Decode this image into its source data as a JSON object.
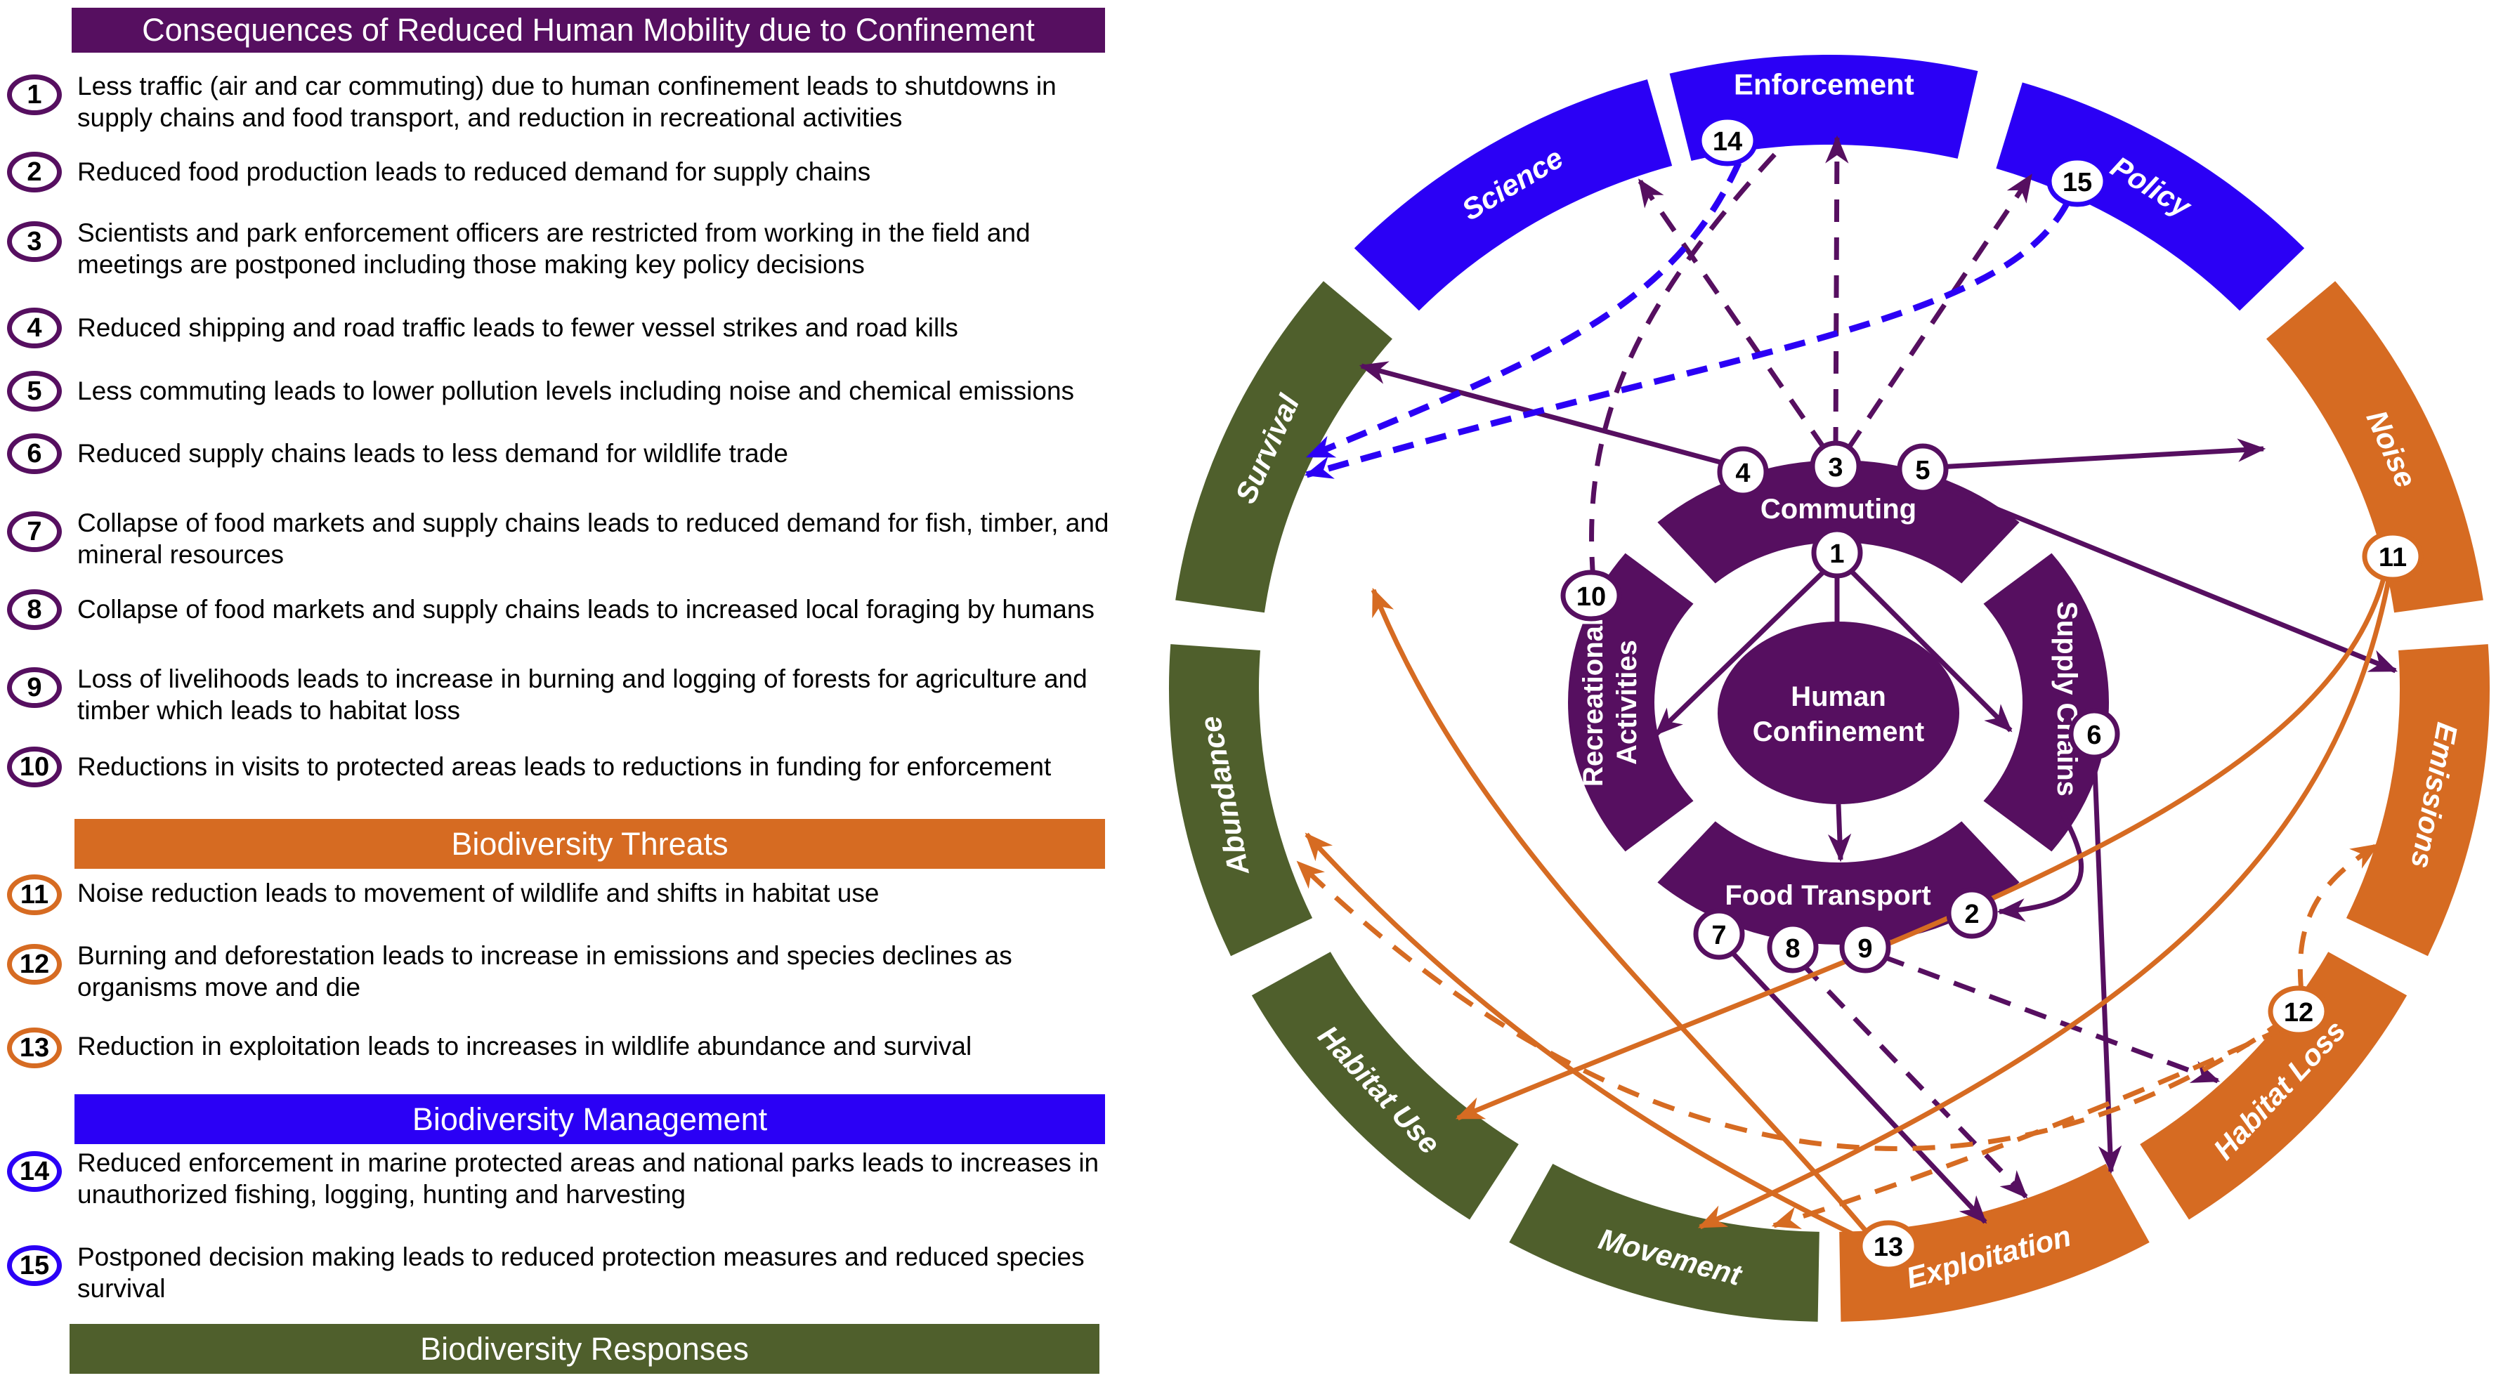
{
  "colors": {
    "purple": "#560f60",
    "orange": "#d66b22",
    "blue": "#2b00f5",
    "green": "#4f5f2c"
  },
  "legend": {
    "sections": [
      {
        "id": "mobility",
        "title": "Consequences of Reduced Human Mobility due to Confinement",
        "color": "purple",
        "items": [
          {
            "num": "1",
            "text": "Less traffic (air and car commuting) due to human confinement leads to shutdowns in supply chains and food transport, and reduction in recreational activities"
          },
          {
            "num": "2",
            "text": "Reduced food production leads to reduced demand for supply chains"
          },
          {
            "num": "3",
            "text": "Scientists and park enforcement officers are restricted from working in the field and meetings are postponed including those making key policy decisions"
          },
          {
            "num": "4",
            "text": "Reduced shipping and road traffic leads to fewer vessel strikes and road kills"
          },
          {
            "num": "5",
            "text": "Less commuting leads to lower pollution levels including noise and chemical emissions"
          },
          {
            "num": "6",
            "text": "Reduced supply chains leads to less demand for wildlife trade"
          },
          {
            "num": "7",
            "text": "Collapse of food markets and supply chains leads to reduced demand for fish, timber, and mineral resources"
          },
          {
            "num": "8",
            "text": "Collapse of food markets and supply chains leads to increased local foraging by humans"
          },
          {
            "num": "9",
            "text": "Loss of livelihoods leads to increase in burning and logging of forests for agriculture and timber which leads to habitat loss"
          },
          {
            "num": "10",
            "text": "Reductions in visits to protected areas leads to reductions in funding for enforcement"
          }
        ]
      },
      {
        "id": "threats",
        "title": "Biodiversity Threats",
        "color": "orange",
        "items": [
          {
            "num": "11",
            "text": "Noise reduction leads to movement of wildlife and shifts in habitat use"
          },
          {
            "num": "12",
            "text": "Burning and deforestation leads to increase in emissions and species declines as organisms move and die"
          },
          {
            "num": "13",
            "text": "Reduction in exploitation leads to increases in wildlife abundance and survival"
          }
        ]
      },
      {
        "id": "management",
        "title": "Biodiversity Management",
        "color": "blue",
        "items": [
          {
            "num": "14",
            "text": "Reduced enforcement in marine protected areas and national parks leads to increases in unauthorized fishing, logging, hunting and harvesting"
          },
          {
            "num": "15",
            "text": "Postponed decision making leads to reduced protection measures and reduced species survival"
          }
        ]
      },
      {
        "id": "responses",
        "title": "Biodiversity Responses",
        "color": "green",
        "items": []
      }
    ]
  },
  "diagram": {
    "center": {
      "id": "human-confinement",
      "lines": [
        "Human",
        "Confinement"
      ]
    },
    "inner_ring": [
      {
        "id": "commuting",
        "lines": [
          "Commuting"
        ]
      },
      {
        "id": "supply-chains",
        "lines": [
          "Supply Chains"
        ]
      },
      {
        "id": "food-transport",
        "lines": [
          "Food Transport"
        ]
      },
      {
        "id": "recreational-activities",
        "lines": [
          "Recreational",
          "Activities"
        ]
      }
    ],
    "outer_ring": [
      {
        "id": "enforcement",
        "label": "Enforcement",
        "color": "blue"
      },
      {
        "id": "policy",
        "label": "Policy",
        "color": "blue"
      },
      {
        "id": "noise",
        "label": "Noise",
        "color": "orange"
      },
      {
        "id": "emissions",
        "label": "Emissions",
        "color": "orange"
      },
      {
        "id": "habitat-loss",
        "label": "Habitat Loss",
        "color": "orange"
      },
      {
        "id": "exploitation",
        "label": "Exploitation",
        "color": "orange"
      },
      {
        "id": "movement",
        "label": "Movement",
        "color": "green"
      },
      {
        "id": "habitat-use",
        "label": "Habitat Use",
        "color": "green"
      },
      {
        "id": "abundance",
        "label": "Abundance",
        "color": "green"
      },
      {
        "id": "survival",
        "label": "Survival",
        "color": "green"
      },
      {
        "id": "science",
        "label": "Science",
        "color": "blue"
      }
    ],
    "nodes": [
      {
        "num": "1",
        "color": "purple"
      },
      {
        "num": "2",
        "color": "purple"
      },
      {
        "num": "3",
        "color": "purple"
      },
      {
        "num": "4",
        "color": "purple"
      },
      {
        "num": "5",
        "color": "purple"
      },
      {
        "num": "6",
        "color": "purple"
      },
      {
        "num": "7",
        "color": "purple"
      },
      {
        "num": "8",
        "color": "purple"
      },
      {
        "num": "9",
        "color": "purple"
      },
      {
        "num": "10",
        "color": "purple"
      },
      {
        "num": "11",
        "color": "orange"
      },
      {
        "num": "12",
        "color": "orange"
      },
      {
        "num": "13",
        "color": "orange"
      },
      {
        "num": "14",
        "color": "blue"
      },
      {
        "num": "15",
        "color": "blue"
      }
    ],
    "edges": [
      {
        "id": "e1",
        "from": "1",
        "to": "recreational-activities",
        "color": "purple",
        "dashed": false
      },
      {
        "id": "e2",
        "from": "1",
        "to": "supply-chains",
        "color": "purple",
        "dashed": false
      },
      {
        "id": "e3",
        "from": "1",
        "to": "human-confinement",
        "color": "purple",
        "dashed": false
      },
      {
        "id": "e4",
        "from": "human-confinement",
        "to": "food-transport",
        "color": "purple",
        "dashed": false
      },
      {
        "id": "e5",
        "from": "supply-chains",
        "to": "2",
        "color": "purple",
        "dashed": false
      },
      {
        "id": "e6",
        "from": "4",
        "to": "survival",
        "color": "purple",
        "dashed": false
      },
      {
        "id": "e7",
        "from": "5",
        "to": "noise",
        "color": "purple",
        "dashed": false
      },
      {
        "id": "e8",
        "from": "5",
        "to": "emissions",
        "color": "purple",
        "dashed": false
      },
      {
        "id": "e9",
        "from": "6",
        "to": "exploitation",
        "color": "purple",
        "dashed": false
      },
      {
        "id": "e10",
        "from": "7",
        "to": "exploitation",
        "color": "purple",
        "dashed": false
      },
      {
        "id": "e11",
        "from": "3",
        "to": "science",
        "color": "purple",
        "dashed": true
      },
      {
        "id": "e12",
        "from": "3",
        "to": "enforcement",
        "color": "purple",
        "dashed": true
      },
      {
        "id": "e13",
        "from": "3",
        "to": "policy",
        "color": "purple",
        "dashed": true
      },
      {
        "id": "e14",
        "from": "10",
        "to": "enforcement",
        "color": "purple",
        "dashed": true
      },
      {
        "id": "e15",
        "from": "8",
        "to": "exploitation",
        "color": "purple",
        "dashed": true
      },
      {
        "id": "e16",
        "from": "9",
        "to": "habitat-loss",
        "color": "purple",
        "dashed": true
      },
      {
        "id": "e17",
        "from": "14",
        "to": "survival",
        "color": "blue",
        "dashed": true
      },
      {
        "id": "e18",
        "from": "15",
        "to": "survival",
        "color": "blue",
        "dashed": true
      },
      {
        "id": "e19",
        "from": "11",
        "to": "habitat-use",
        "color": "orange",
        "dashed": false
      },
      {
        "id": "e20",
        "from": "11",
        "to": "movement",
        "color": "orange",
        "dashed": false
      },
      {
        "id": "e21",
        "from": "13",
        "to": "survival",
        "color": "orange",
        "dashed": false
      },
      {
        "id": "e22",
        "from": "13",
        "to": "abundance",
        "color": "orange",
        "dashed": false
      },
      {
        "id": "e23",
        "from": "12",
        "to": "abundance",
        "color": "orange",
        "dashed": true
      },
      {
        "id": "e24",
        "from": "12",
        "to": "movement",
        "color": "orange",
        "dashed": true
      },
      {
        "id": "e25",
        "from": "12",
        "to": "emissions",
        "color": "orange",
        "dashed": true
      }
    ]
  }
}
